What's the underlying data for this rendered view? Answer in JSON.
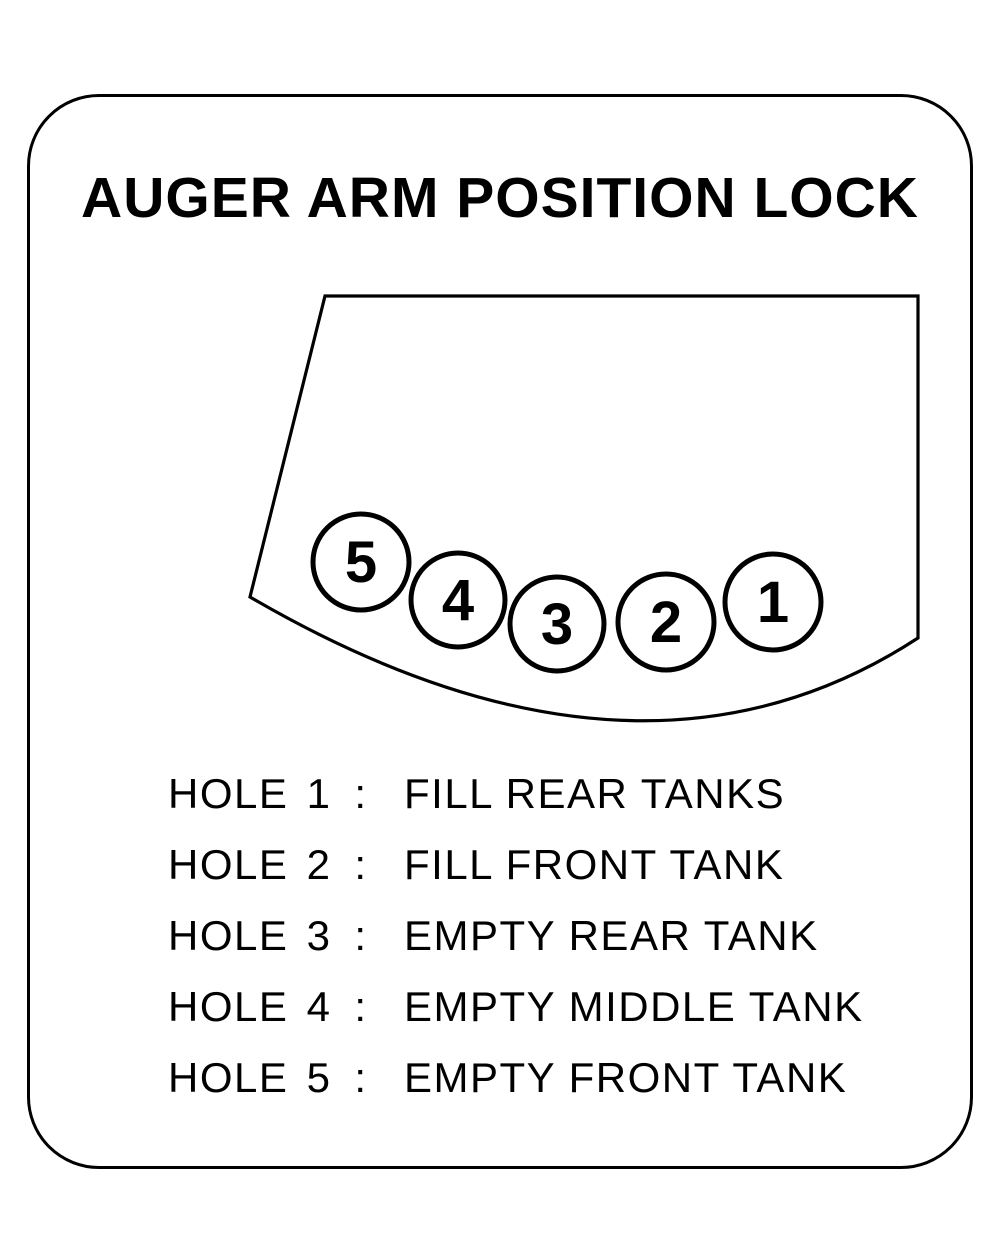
{
  "title": "AUGER ARM POSITION LOCK",
  "colors": {
    "ink": "#000000",
    "paper": "#ffffff"
  },
  "diagram": {
    "holes": [
      {
        "number": "5"
      },
      {
        "number": "4"
      },
      {
        "number": "3"
      },
      {
        "number": "2"
      },
      {
        "number": "1"
      }
    ]
  },
  "legend": {
    "rows": [
      {
        "label": "HOLE",
        "number": "1",
        "separator": ":",
        "description": "FILL REAR TANKS"
      },
      {
        "label": "HOLE",
        "number": "2",
        "separator": ":",
        "description": "FILL FRONT TANK"
      },
      {
        "label": "HOLE",
        "number": "3",
        "separator": ":",
        "description": "EMPTY REAR TANK"
      },
      {
        "label": "HOLE",
        "number": "4",
        "separator": ":",
        "description": "EMPTY MIDDLE TANK"
      },
      {
        "label": "HOLE",
        "number": "5",
        "separator": ":",
        "description": "EMPTY FRONT TANK"
      }
    ]
  }
}
